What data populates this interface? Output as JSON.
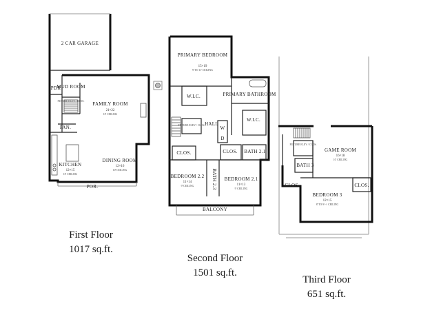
{
  "floors": [
    {
      "name": "First Floor",
      "area": "1017 sq.ft.",
      "rooms": {
        "garage": "2 CAR GARAGE",
        "mud_room": "MUD ROOM",
        "pdr": "PDR",
        "future_elev": "FUTURE ELEV / CLOS.",
        "family_room": {
          "name": "FAMILY ROOM",
          "dims": "21×22",
          "note": "10' CEILING"
        },
        "pan": "PAN.",
        "kitchen": {
          "name": "KITCHEN",
          "dims": "12×15",
          "note": "10' CEILING"
        },
        "dining_room": {
          "name": "DINING ROOM",
          "dims": "12×16",
          "note": "10' CEILING"
        },
        "porch": "POR."
      }
    },
    {
      "name": "Second Floor",
      "area": "1501 sq.ft.",
      "rooms": {
        "primary_bedroom": {
          "name": "PRIMARY BEDROOM",
          "dims": "15×19",
          "note": "9' TO 11' CEILING"
        },
        "wic_left": "W.I.C.",
        "primary_bathroom": "PRIMARY BATHROOM",
        "future_elev": "FUTURE ELEV / CLOS.",
        "hall": "HALL",
        "w": "W",
        "d": "D",
        "wic_right": "W.I.C.",
        "clos_left": "CLOS.",
        "clos_mid": "CLOS.",
        "bath21": "BATH 2.1",
        "bedroom22": {
          "name": "BEDROOM 2.2",
          "dims": "11×14",
          "note": "9' CEILING"
        },
        "bath23": "BATH 2.3",
        "bedroom21": {
          "name": "BEDROOM 2.1",
          "dims": "11×13",
          "note": "9' CEILING"
        },
        "balcony": "BALCONY"
      }
    },
    {
      "name": "Third Floor",
      "area": "651 sq.ft.",
      "rooms": {
        "future_elev": "FUTURE ELEV / CLOS.",
        "game_room": {
          "name": "GAME ROOM",
          "dims": "16×18",
          "note": "10' CEILING"
        },
        "bath3": "BATH 3",
        "clos_left": "CLOS.",
        "clos_right": "CLOS.",
        "bedroom3": {
          "name": "BEDROOM 3",
          "dims": "12×15",
          "note": "8' TO 9'+/- CEILING"
        }
      }
    }
  ]
}
